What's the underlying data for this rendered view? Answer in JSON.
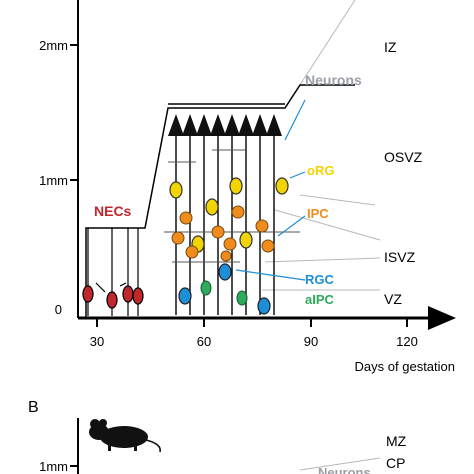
{
  "panel_b_label": "B",
  "y_ticks": [
    "2mm",
    "1mm",
    "0"
  ],
  "panel_b_y_tick": "1mm",
  "x_ticks": [
    "30",
    "60",
    "90",
    "120"
  ],
  "x_axis_label": "Days of gestation",
  "zones": [
    "IZ",
    "OSVZ",
    "ISVZ",
    "VZ"
  ],
  "cell_labels": {
    "necs": "NECs",
    "neurons": "Neurons",
    "org": "oRG",
    "ipc": "IPC",
    "rgc": "RGC",
    "aipc": "aIPC"
  },
  "panel_b_zones": [
    "MZ",
    "CP"
  ],
  "panel_b_neurons_partial": "Neurons",
  "colors": {
    "necs": "#c0282e",
    "neurons": "#9aa0a6",
    "org": "#f2d500",
    "ipc": "#f08c1e",
    "rgc": "#1c8fd8",
    "aipc": "#2eaa5c",
    "axis": "#000000"
  }
}
